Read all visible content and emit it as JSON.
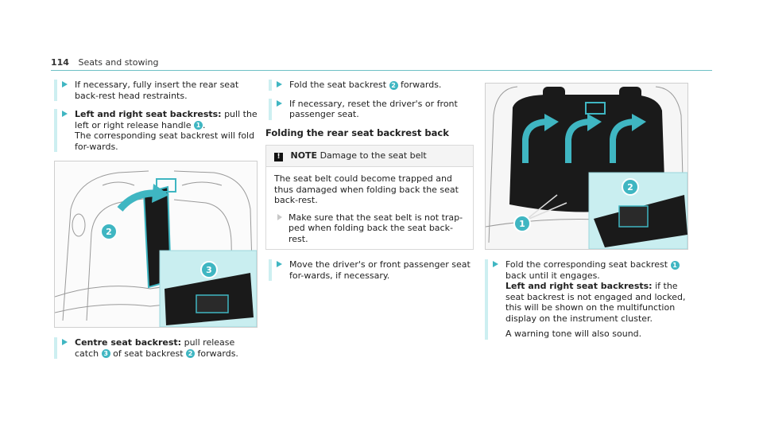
{
  "header": {
    "page_number": "114",
    "section_title": "Seats and stowing"
  },
  "col1": {
    "step1": "If necessary, fully insert the rear seat back-rest head restraints.",
    "step2_bold": "Left and right seat backrests:",
    "step2_text": "pull the left or right release handle",
    "step2_num": "1",
    "step2_after": ".",
    "step2_note": "The corresponding seat backrest will fold for-wards.",
    "figure_labels": [
      "2",
      "3"
    ],
    "step3_bold": "Centre seat backrest:",
    "step3_text": "pull release catch",
    "step3_num": "3",
    "step3_mid": "of seat backrest",
    "step3_num2": "2",
    "step3_end": "forwards."
  },
  "col2": {
    "step1_text": "Fold the seat backrest",
    "step1_num": "2",
    "step1_end": "forwards.",
    "step2": "If necessary, reset the driver's or front passenger seat.",
    "subheading": "Folding the rear seat backrest back",
    "note_title": "NOTE",
    "note_title_rest": "Damage to the seat belt",
    "note_body": "The seat belt could become trapped and thus damaged when folding back the seat back-rest.",
    "note_step": "Make sure that the seat belt is not trap-ped when folding back the seat back-rest.",
    "step3": "Move the driver's or front passenger seat for-wards, if necessary."
  },
  "col3": {
    "figure_labels": [
      "1",
      "2"
    ],
    "step1_text": "Fold the corresponding seat backrest",
    "step1_num": "1",
    "step1_end": "back until it engages.",
    "step1_bold": "Left and right seat backrests:",
    "step1_cont": "if the seat backrest is not engaged and locked, this will be shown on the multifunction display on the instrument cluster.",
    "step1_last": "A warning tone will also sound."
  },
  "colors": {
    "accent": "#3fb6c2",
    "accent_light": "#cdeff1",
    "seat_dark": "#1a1a1a"
  }
}
